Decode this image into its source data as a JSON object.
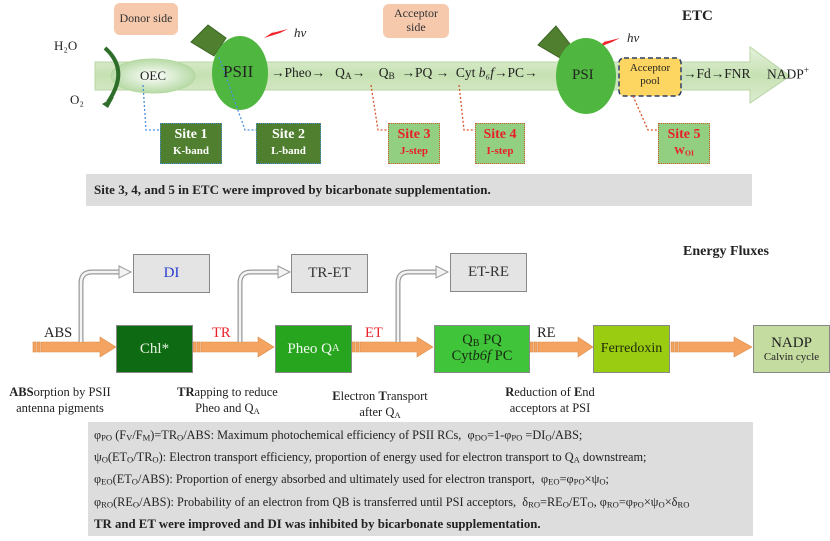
{
  "etc": {
    "title": "ETC",
    "donor_side": "Donor side",
    "acceptor_side": "Acceptor side",
    "h2o": "H₂O",
    "o2": "O₂",
    "oec": "OEC",
    "psii": "PSII",
    "psi": "PSI",
    "hv": "hv",
    "chain": {
      "pheo": "→Pheo→",
      "qa": "Q",
      "qa_sub": "A",
      "qa_arrow": "→",
      "qb": "Q",
      "qb_sub": "B",
      "pq": "→PQ →",
      "cyt": "Cyt ",
      "cyt_it": "b₆f",
      "pc": "→PC→",
      "fd_fnr": "→Fd→FNR",
      "nadp": "NADP",
      "nadp_sup": "+"
    },
    "acceptor_pool": "Acceptor pool",
    "sites": [
      {
        "name": "Site 1",
        "label": "K-band"
      },
      {
        "name": "Site 2",
        "label": "L-band"
      },
      {
        "name": "Site 3",
        "label": "J-step"
      },
      {
        "name": "Site 4",
        "label": "I-step"
      },
      {
        "name": "Site 5",
        "label": "W",
        "label_sub": "OI"
      }
    ],
    "summary": "Site 3, 4, and 5 in ETC were improved by bicarbonate supplementation."
  },
  "fluxes": {
    "title": "Energy Fluxes",
    "labels": {
      "abs": "ABS",
      "tr": "TR",
      "et": "ET",
      "re": "RE"
    },
    "side_boxes": {
      "di": "DI",
      "tr_et": "TR-ET",
      "et_re": "ET-RE"
    },
    "boxes": {
      "chl": "Chl*",
      "pheo": "Pheo Q",
      "pheo_sub": "A",
      "qb_line1a": "Q",
      "qb_line1_sub": "B",
      "qb_line1b": " PQ",
      "qb_line2a": "Cyt",
      "qb_line2_it": "b6f",
      "qb_line2b": " PC",
      "ferredoxin": "Ferredoxin",
      "nadp": "NADP",
      "calvin": "Calvin cycle"
    },
    "captions": {
      "abs_b": "ABS",
      "abs_rest1": "orption by PSII",
      "abs_line2": "antenna pigments",
      "tr_b": "TR",
      "tr_rest1": "apping to reduce",
      "tr_line2a": "Pheo and Q",
      "tr_line2_sub": "A",
      "et_b1": "E",
      "et_mid": "lectron ",
      "et_b2": "T",
      "et_rest": "ransport",
      "et_line2a": "after Q",
      "et_line2_sub": "A",
      "re_b1": "R",
      "re_mid": "eduction of ",
      "re_b2": "E",
      "re_rest": "nd",
      "re_line2": "acceptors at PSI"
    },
    "equations": [
      "φ<sub>PO</sub> (F<sub>V</sub>/F<sub>M</sub>)=TR<sub>O</sub>/ABS: Maximum photochemical efficiency of PSII RCs,&nbsp; φ<sub>DO</sub>=1-φ<sub>PO</sub> =DI<sub>O</sub>/ABS;",
      "ψ<sub>O</sub>(ET<sub>O</sub>/TR<sub>O</sub>): Electron transport efficiency, proportion of energy used for electron transport to Q<sub>A</sub> downstream;",
      "φ<sub>EO</sub>(ET<sub>O</sub>/ABS): Proportion of energy absorbed and ultimately used for electron transport,&nbsp; φ<sub>EO</sub>=φ<sub>PO</sub>×ψ<sub>O</sub>;",
      "φ<sub>RO</sub>(RE<sub>O</sub>/ABS): Probability of an electron from QB is transferred until PSI acceptors,&nbsp; δ<sub>RO</sub>=RE<sub>O</sub>/ET<sub>O</sub>, φ<sub>RO</sub>=φ<sub>PO</sub>×ψ<sub>O</sub>×δ<sub>RO</sub>"
    ],
    "summary": "TR and ET were improved and DI was inhibited by bicarbonate supplementation."
  },
  "colors": {
    "membrane": "#cfe6bf",
    "psii_green": "#4fb63f",
    "site_dark": "#4f7f2f",
    "site_light": "#93cf80",
    "site_red_text": "#e8202a",
    "orange_arrow": "#f4a460",
    "chl": "#0f6b13",
    "pheo": "#27a51f",
    "qb": "#3fc43a",
    "ferredoxin": "#9acd12",
    "nadp": "#c5dca0",
    "gray_box": "#e4e4e4",
    "acceptor_pool": "#fcd660"
  }
}
